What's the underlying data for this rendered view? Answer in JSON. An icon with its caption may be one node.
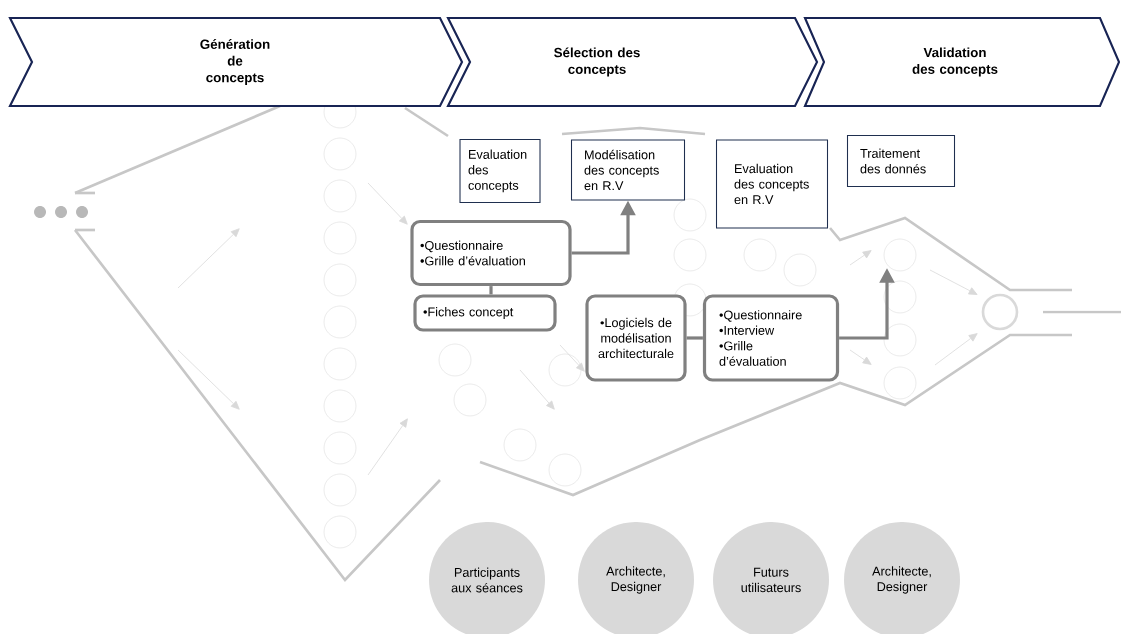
{
  "diagram": {
    "nodes": [
      {
        "text": [
          "Génération de concepts"
        ]
      },
      {
        "text": [
          "Sélection des concepts"
        ]
      },
      {
        "text": [
          "Validation des concepts"
        ]
      },
      {
        "text": [
          "Evaluation des concepts"
        ]
      },
      {
        "text": [
          "Modélisation des concepts en R.V"
        ]
      },
      {
        "text": [
          "Evaluation des concepts en R.V"
        ]
      },
      {
        "text": [
          "Traitement des donnés"
        ]
      },
      {
        "text": [
          "•Questionnaire",
          "•Grille d’évaluation"
        ]
      },
      {
        "text": [
          "•Fiches concept"
        ]
      },
      {
        "text": [
          "•Logiciels de modélisation architecturale"
        ]
      },
      {
        "text": [
          "•Questionnaire",
          "•Interview",
          "•Grille d’évaluation"
        ]
      },
      {
        "text": [
          "Participants aux séances"
        ]
      },
      {
        "text": [
          "Architecte, Designer"
        ]
      },
      {
        "text": [
          "Futurs utilisateurs"
        ]
      },
      {
        "text": [
          "Architecte, Designer"
        ]
      }
    ],
    "edges": [
      {
        "from": 7,
        "to": 4,
        "arrow": "to"
      },
      {
        "from": 7,
        "to": 8,
        "arrow": "none"
      },
      {
        "from": 9,
        "to": 10,
        "arrow": "none"
      },
      {
        "from": 10,
        "to": null,
        "arrow": "to"
      }
    ]
  }
}
